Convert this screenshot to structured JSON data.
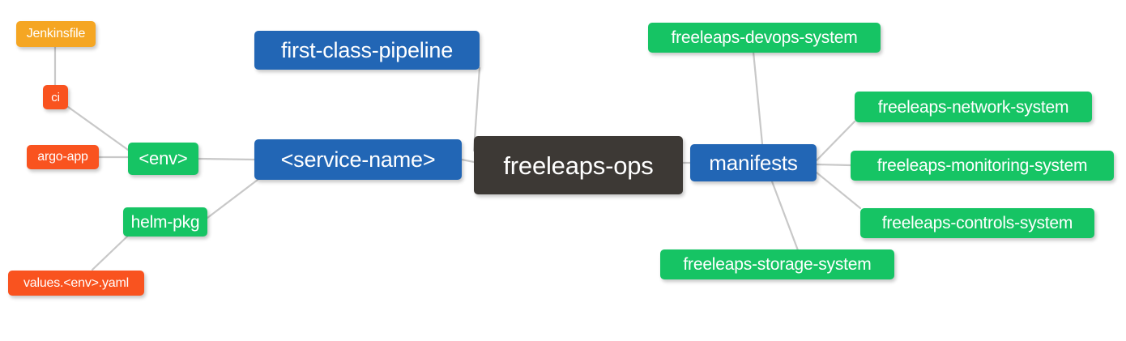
{
  "diagram": {
    "type": "mindmap",
    "title": "freeleaps-ops",
    "background": "#ffffff",
    "link_color": "#c8c8c8",
    "palette": {
      "root": "#3d3935",
      "blue": "#2266b5",
      "green": "#16c464",
      "red": "#f9531f",
      "orange": "#f5a623",
      "text": "#ffffff"
    }
  },
  "nodes": {
    "root": {
      "label": "freeleaps-ops"
    },
    "service_name": {
      "label": "<service-name>"
    },
    "first_class": {
      "label": "first-class-pipeline"
    },
    "env": {
      "label": "<env>"
    },
    "helm_pkg": {
      "label": "helm-pkg"
    },
    "ci": {
      "label": "ci"
    },
    "argo_app": {
      "label": "argo-app"
    },
    "jenkinsfile": {
      "label": "Jenkinsfile"
    },
    "values_yaml": {
      "label": "values.<env>.yaml"
    },
    "manifests": {
      "label": "manifests"
    },
    "devops_system": {
      "label": "freeleaps-devops-system"
    },
    "network_system": {
      "label": "freeleaps-network-system"
    },
    "monitoring_system": {
      "label": "freeleaps-monitoring-system"
    },
    "controls_system": {
      "label": "freeleaps-controls-system"
    },
    "storage_system": {
      "label": "freeleaps-storage-system"
    }
  },
  "edges": [
    {
      "from": "root",
      "to": "service_name"
    },
    {
      "from": "root",
      "to": "first_class"
    },
    {
      "from": "root",
      "to": "manifests"
    },
    {
      "from": "service_name",
      "to": "env"
    },
    {
      "from": "service_name",
      "to": "helm_pkg"
    },
    {
      "from": "env",
      "to": "ci"
    },
    {
      "from": "env",
      "to": "argo_app"
    },
    {
      "from": "ci",
      "to": "jenkinsfile"
    },
    {
      "from": "helm_pkg",
      "to": "values_yaml"
    },
    {
      "from": "manifests",
      "to": "devops_system"
    },
    {
      "from": "manifests",
      "to": "network_system"
    },
    {
      "from": "manifests",
      "to": "monitoring_system"
    },
    {
      "from": "manifests",
      "to": "controls_system"
    },
    {
      "from": "manifests",
      "to": "storage_system"
    }
  ]
}
